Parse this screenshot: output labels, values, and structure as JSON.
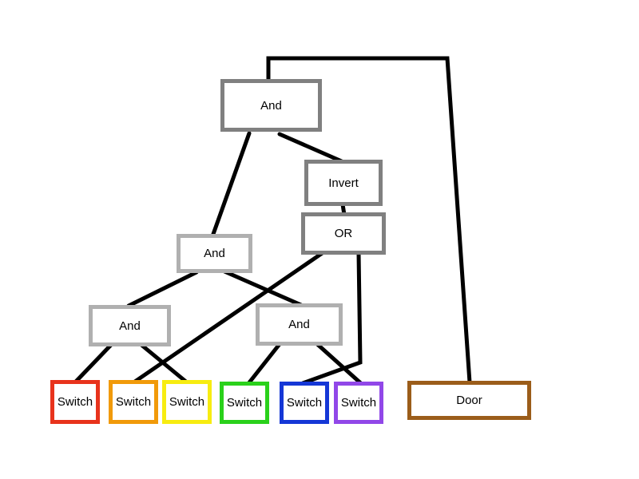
{
  "gates": {
    "and_top": "And",
    "invert": "Invert",
    "or": "OR",
    "and_mid": "And",
    "and_left": "And",
    "and_right": "And"
  },
  "switches": [
    "Switch",
    "Switch",
    "Switch",
    "Switch",
    "Switch",
    "Switch"
  ],
  "switch_colors": [
    "#e8331c",
    "#f19a0a",
    "#f7ec11",
    "#2ad11b",
    "#1537d6",
    "#9147e8"
  ],
  "door": {
    "label": "Door",
    "color": "#9b5d1a"
  },
  "wire_color": "#000000"
}
